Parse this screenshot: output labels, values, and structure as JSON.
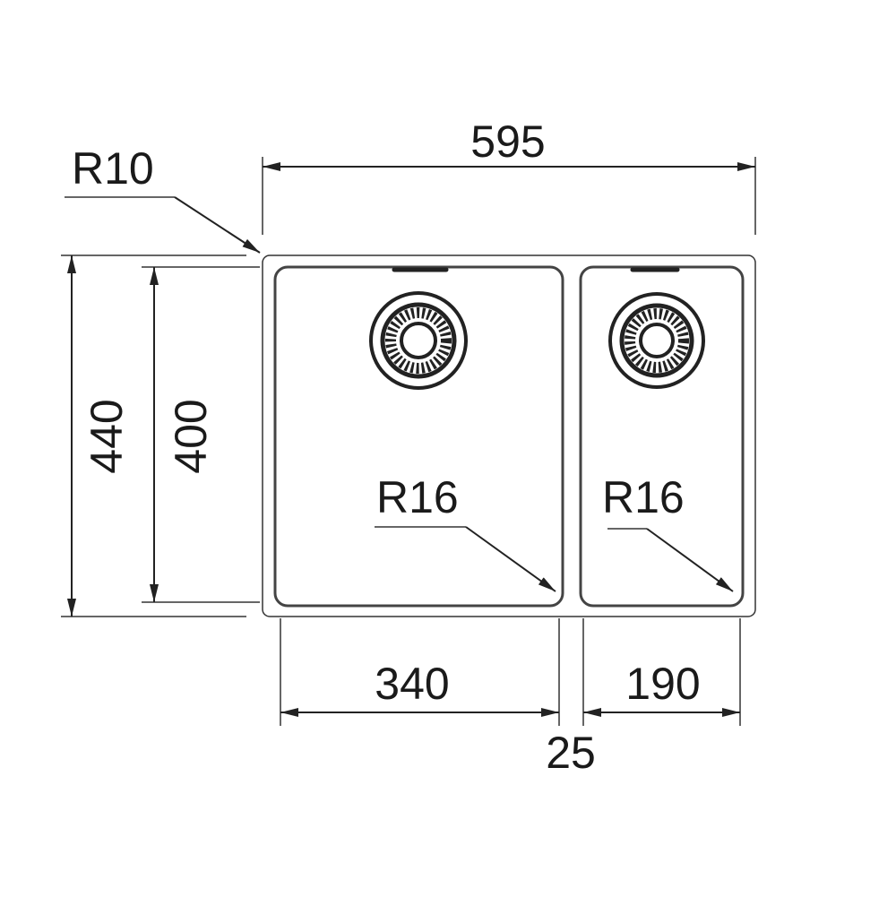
{
  "title": "Double bowl undermount sink dimension drawing",
  "dimensions": {
    "overall_width": "595",
    "overall_depth": "440",
    "bowl_depth": "400",
    "left_bowl_width": "340",
    "right_bowl_width": "190",
    "bowl_gap": "25",
    "outer_radius": "R10",
    "left_bowl_radius": "R16",
    "right_bowl_radius": "R16"
  },
  "colors": {
    "line": "#222222",
    "background": "#ffffff"
  }
}
